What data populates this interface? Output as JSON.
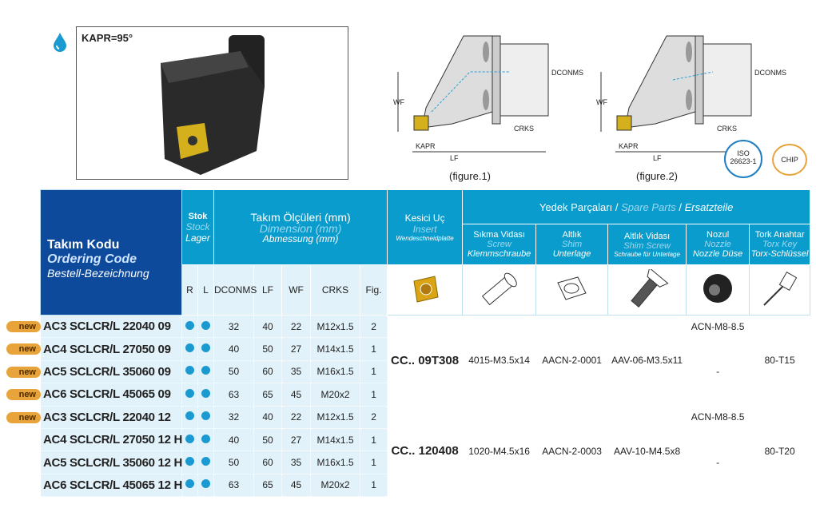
{
  "photo": {
    "label": "KAPR=95°"
  },
  "figures": [
    {
      "caption": "(figure.1)",
      "labels": {
        "dconms": "DCONMS",
        "wf": "WF",
        "crks": "CRKS",
        "kapr": "KAPR",
        "lf": "LF"
      }
    },
    {
      "caption": "(figure.2)",
      "labels": {
        "dconms": "DCONMS",
        "wf": "WF",
        "crks": "CRKS",
        "kapr": "KAPR",
        "lf": "LF"
      }
    }
  ],
  "badges": {
    "iso_line1": "ISO",
    "iso_line2": "26623-1",
    "chip": "CHIP"
  },
  "header": {
    "ordering": {
      "tr": "Takım Kodu",
      "en": "Ordering Code",
      "de": "Bestell-Bezeichnung"
    },
    "stock": {
      "tr": "Stok",
      "en": "Stock",
      "de": "Lager"
    },
    "dimension": {
      "tr": "Takım Ölçüleri (mm)",
      "en": "Dimension (mm)",
      "de": "Abmessung (mm)"
    },
    "insert": {
      "tr": "Kesici Uç",
      "en": "Insert",
      "de": "Wendeschneidplatte"
    },
    "spare": {
      "tr": "Yedek Parçaları",
      "sep": "/",
      "en": "Spare Parts",
      "de": "Ersatzteile"
    },
    "spare_cols": [
      {
        "tr": "Sıkma Vidası",
        "en": "Screw",
        "de": "Klemmschraube"
      },
      {
        "tr": "Altlık",
        "en": "Shim",
        "de": "Unterlage"
      },
      {
        "tr": "Altlık Vidası",
        "en": "Shim Screw",
        "de": "Schraube für Unterlage"
      },
      {
        "tr": "Nozul",
        "en": "Nozzle",
        "de": "Nozzle Düse"
      },
      {
        "tr": "Tork Anahtar",
        "en": "Torx Key",
        "de": "Torx-Schlüssel"
      }
    ],
    "sub": [
      "R",
      "L",
      "DCONMS",
      "LF",
      "WF",
      "CRKS",
      "Fig."
    ]
  },
  "new_label": "new",
  "rows": [
    {
      "code": "AC3 SCLCR/L 22040 09",
      "new": true,
      "dconms": "32",
      "lf": "40",
      "wf": "22",
      "crks": "M12x1.5",
      "fig": "2"
    },
    {
      "code": "AC4 SCLCR/L 27050 09",
      "new": true,
      "dconms": "40",
      "lf": "50",
      "wf": "27",
      "crks": "M14x1.5",
      "fig": "1"
    },
    {
      "code": "AC5 SCLCR/L 35060 09",
      "new": true,
      "dconms": "50",
      "lf": "60",
      "wf": "35",
      "crks": "M16x1.5",
      "fig": "1"
    },
    {
      "code": "AC6 SCLCR/L 45065 09",
      "new": true,
      "dconms": "63",
      "lf": "65",
      "wf": "45",
      "crks": "M20x2",
      "fig": "1"
    },
    {
      "code": "AC3 SCLCR/L 22040 12",
      "new": true,
      "dconms": "32",
      "lf": "40",
      "wf": "22",
      "crks": "M12x1.5",
      "fig": "2"
    },
    {
      "code": "AC4 SCLCR/L 27050 12 H",
      "new": false,
      "dconms": "40",
      "lf": "50",
      "wf": "27",
      "crks": "M14x1.5",
      "fig": "1"
    },
    {
      "code": "AC5 SCLCR/L 35060 12 H",
      "new": false,
      "dconms": "50",
      "lf": "60",
      "wf": "35",
      "crks": "M16x1.5",
      "fig": "1"
    },
    {
      "code": "AC6 SCLCR/L 45065 12 H",
      "new": false,
      "dconms": "63",
      "lf": "65",
      "wf": "45",
      "crks": "M20x2",
      "fig": "1"
    }
  ],
  "groups": [
    {
      "insert": "CC.. 09T308",
      "screw": "4015-M3.5x14",
      "shim": "AACN-2-0001",
      "shim_screw": "AAV-06-M3.5x11",
      "nozzle_first": "ACN-M8-8.5",
      "nozzle_rest": "-",
      "torx": "80-T15"
    },
    {
      "insert": "CC.. 120408",
      "screw": "1020-M4.5x16",
      "shim": "AACN-2-0003",
      "shim_screw": "AAV-10-M4.5x8",
      "nozzle_first": "ACN-M8-8.5",
      "nozzle_rest": "-",
      "torx": "80-T20"
    }
  ],
  "colors": {
    "dark_blue": "#0d4a9c",
    "cyan": "#0a9ccc",
    "light": "#e2f2fa",
    "dot": "#1a9ad0",
    "new": "#e8a43a"
  }
}
